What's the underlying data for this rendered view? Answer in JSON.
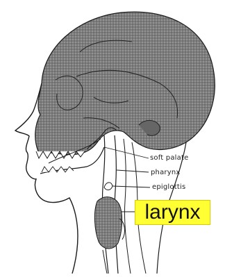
{
  "labels": {
    "soft_palate": "soft palate",
    "pharynx": "pharynx",
    "epiglottis": "epiglottis",
    "highlight": "larynx"
  },
  "colors": {
    "highlight_bg": "#ffff33",
    "brain_fill": "#8a8a8a",
    "line": "#1a1a1a"
  }
}
